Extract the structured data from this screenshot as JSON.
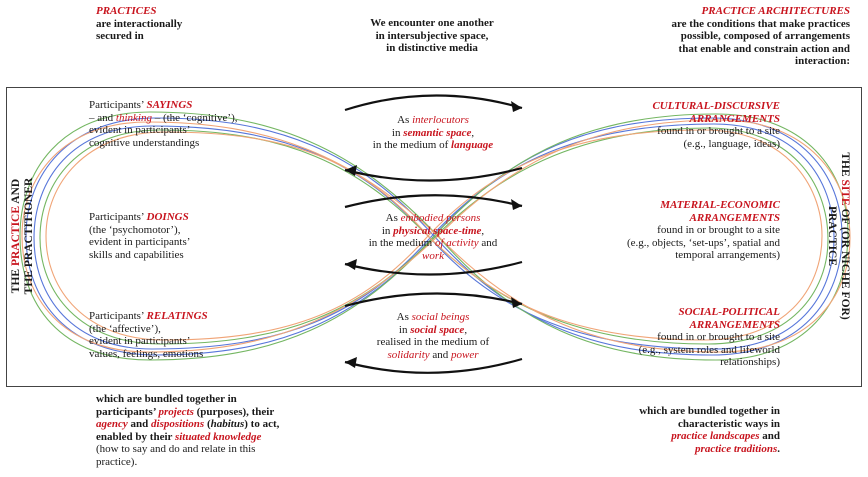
{
  "top": {
    "left": {
      "heading": "PRACTICES",
      "line1": "are interactionally",
      "line2": "secured in"
    },
    "center": {
      "line1": "We encounter one another",
      "line2": "in intersubjective space,",
      "line3": "in distinctive media"
    },
    "right": {
      "heading": "PRACTICE ARCHITECTURES",
      "line1": "are the conditions that make practices",
      "line2": "possible, composed of arrangements",
      "line3": "that enable and constrain action and",
      "line4": "interaction:"
    }
  },
  "side": {
    "left": {
      "a": "THE ",
      "b": "PRACTICE",
      "c": " AND",
      "d": "THE PRACTITIONER"
    },
    "right": {
      "a": "THE ",
      "b": "SITE",
      "c": " OF (OR NICHE FOR)",
      "d": "PRACTICE"
    }
  },
  "left": {
    "sayings": {
      "a": "Participants’ ",
      "b": "SAYINGS",
      "c": "– and ",
      "d": "thinking",
      "e": " – (the ‘cognitive’),",
      "f": "evident in participants’",
      "g": "cognitive understandings"
    },
    "doings": {
      "a": "Participants’ ",
      "b": "DOINGS",
      "c": "(the ‘psychomotor’),",
      "d": "evident in participants’",
      "e": "skills and capabilities"
    },
    "relatings": {
      "a": "Participants’ ",
      "b": "RELATINGS",
      "c": "(the ‘affective’),",
      "d": "evident in participants’",
      "e": "values, feelings, emotions"
    }
  },
  "center": {
    "c1": {
      "a": "As ",
      "b": "interlocutors",
      "c": "in ",
      "d": "semantic space",
      "e": ",",
      "f": "in the medium of ",
      "g": "language"
    },
    "c2": {
      "a": "As ",
      "b": "embodied persons",
      "c": "in ",
      "d": "physical space-time",
      "e": ",",
      "f": "in the medium ",
      "g": "of activity",
      "h": " and",
      "i": "work"
    },
    "c3": {
      "a": "As ",
      "b": "social beings",
      "c": "in ",
      "d": "social space",
      "e": ",",
      "f": "realised in the medium of",
      "g": "solidarity",
      "h": " and ",
      "i": "power"
    }
  },
  "right": {
    "r1": {
      "h1": "CULTURAL-DISCURSIVE",
      "h2": "ARRANGEMENTS",
      "l1": "found in or brought to a site",
      "l2": "(e.g., language, ideas)"
    },
    "r2": {
      "h1": "MATERIAL-ECONOMIC",
      "h2": "ARRANGEMENTS",
      "l1": "found in or brought to a site",
      "l2": "(e.g., objects, ‘set-ups’, spatial and",
      "l3": "temporal arrangements)"
    },
    "r3": {
      "h1": "SOCIAL-POLITICAL",
      "h2": "ARRANGEMENTS",
      "l1": "found in or brought to a site",
      "l2": "(e.g., system roles and lifeworld",
      "l3": "relationships)"
    }
  },
  "bottom": {
    "left": {
      "l1": "which are bundled together in",
      "l2a": "participants’ ",
      "l2b": "projects",
      "l2c": " (purposes), their",
      "l3a": "agency",
      "l3b": " and ",
      "l3c": "dispositions",
      "l3d": " (",
      "l3e": "habitus",
      "l3f": ") to act,",
      "l4a": "enabled by their ",
      "l4b": "situated knowledge",
      "l5": "(how to say and do and relate in this",
      "l6": "practice)."
    },
    "right": {
      "l1": "which are bundled together in",
      "l2": "characteristic ways in",
      "l3a": "practice landscapes",
      "l3b": " and",
      "l4a": "practice traditions",
      "l4b": "."
    }
  },
  "colors": {
    "accent_red": "#c8141e",
    "line_blue": "#4f6fd8",
    "line_green": "#6db35a",
    "line_orange": "#f0a070"
  }
}
